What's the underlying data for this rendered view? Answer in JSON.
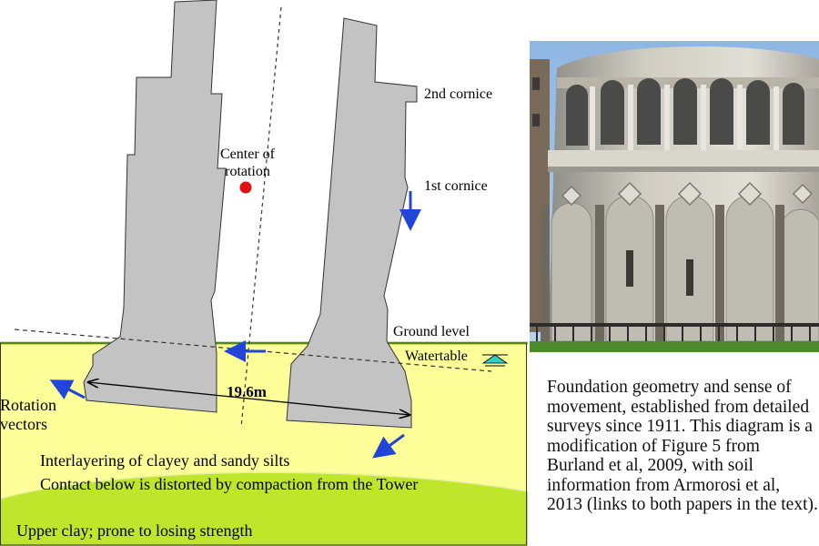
{
  "diagram": {
    "labels": {
      "second_cornice": "2nd cornice",
      "first_cornice": "1st cornice",
      "center_line1": "Center of",
      "center_line2": "rotation",
      "ground_level": "Ground level",
      "watertable": "Watertable",
      "dimension": "19.6m",
      "rotation_line1": "Rotation",
      "rotation_line2": "vectors",
      "silt_line1": "Interlayering of clayey and sandy silts",
      "silt_line2": "Contact below is distorted by compaction from the Tower",
      "clay": "Upper clay; prone to losing strength"
    },
    "colors": {
      "tower": "#c3c3c3",
      "silt": "#ffff99",
      "clay": "#bfe62a",
      "arrow": "#2045d8",
      "center_dot": "#dd1111",
      "watertable": "#33cccc"
    }
  },
  "photo": {
    "subject": "Leaning Tower of Pisa lower galleries"
  },
  "caption": {
    "text": "Foundation geometry and sense of movement, established from detailed surveys since 1911. This diagram is a modification of Figure 5 from Burland et al, 2009, with soil information from Armorosi et al, 2013 (links to both papers in the text)."
  }
}
